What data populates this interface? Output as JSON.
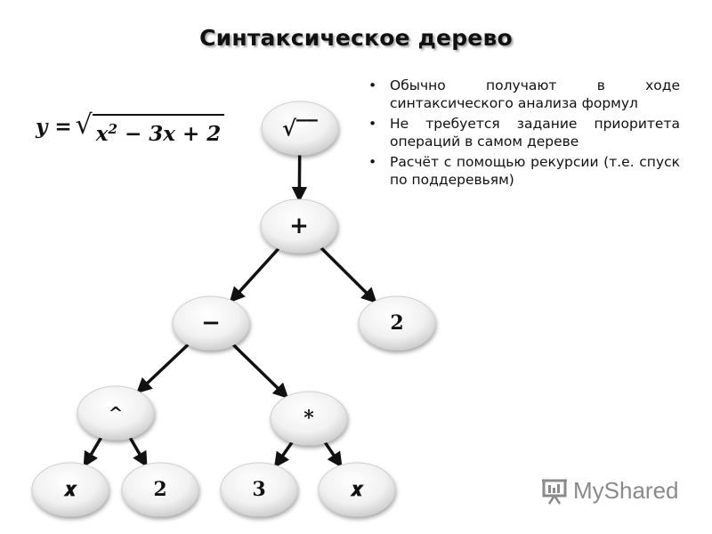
{
  "title": "Синтаксическое дерево",
  "formula": {
    "lhs": "𝒚 =",
    "sqrt_symbol": "√",
    "radicand_base": "𝒙",
    "radicand_exp": "2",
    "radicand_rest": " − 3𝒙 + 2"
  },
  "bullets": [
    "Обычно получают в ходе синтаксического анализа формул",
    "Не требуется задание приоритета операций в самом дереве",
    "Расчёт с помощью рекурсии (т.е. спуск по поддеревьям)"
  ],
  "tree": {
    "nodes": [
      {
        "id": "sqrt",
        "label": "√‾‾"
      },
      {
        "id": "plus",
        "label": "+"
      },
      {
        "id": "minus",
        "label": "−"
      },
      {
        "id": "two_a",
        "label": "2"
      },
      {
        "id": "pow",
        "label": "^"
      },
      {
        "id": "mul",
        "label": "*"
      },
      {
        "id": "x_a",
        "label": "𝒙"
      },
      {
        "id": "two_b",
        "label": "2"
      },
      {
        "id": "three",
        "label": "3"
      },
      {
        "id": "x_b",
        "label": "𝒙"
      }
    ],
    "edges": [
      [
        "sqrt",
        "plus"
      ],
      [
        "plus",
        "minus"
      ],
      [
        "plus",
        "two_a"
      ],
      [
        "minus",
        "pow"
      ],
      [
        "minus",
        "mul"
      ],
      [
        "pow",
        "x_a"
      ],
      [
        "pow",
        "two_b"
      ],
      [
        "mul",
        "three"
      ],
      [
        "mul",
        "x_b"
      ]
    ]
  },
  "logo": {
    "text": "MyShared"
  }
}
